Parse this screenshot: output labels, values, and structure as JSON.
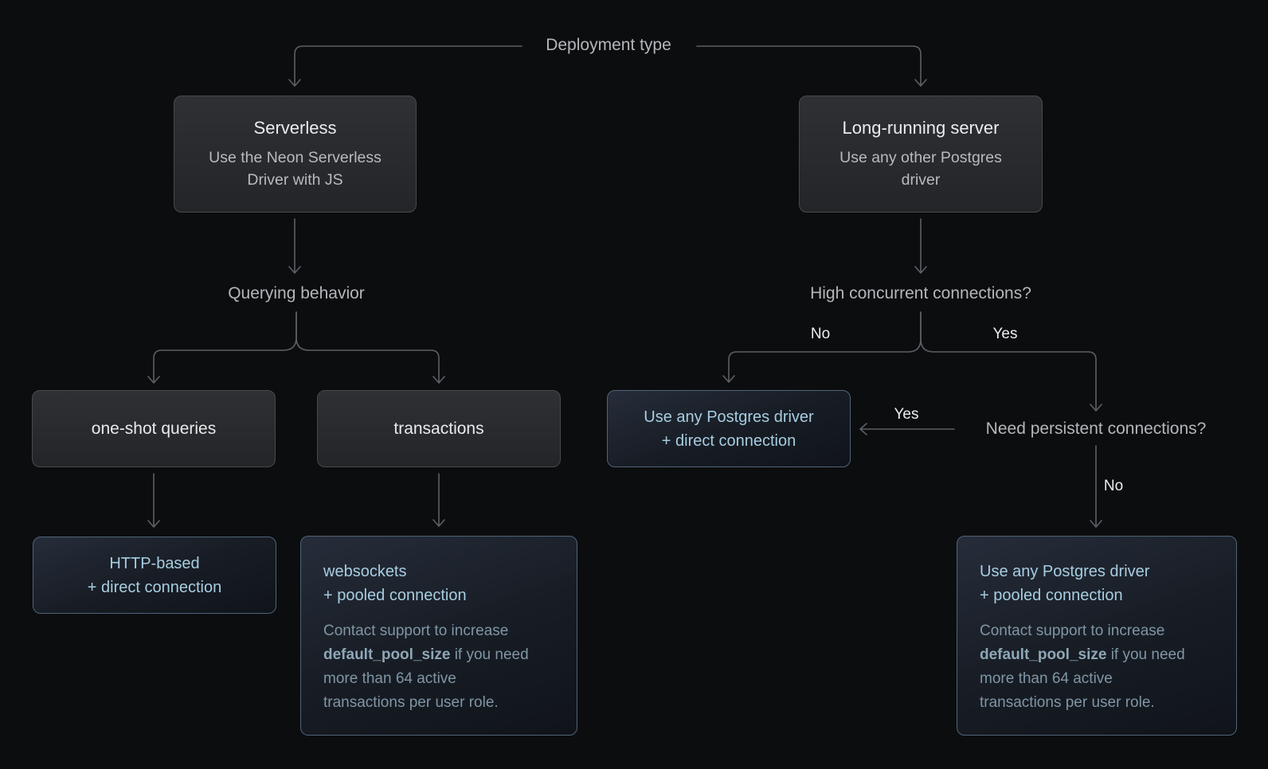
{
  "labels": {
    "deployment_type": "Deployment type",
    "querying_behavior": "Querying behavior",
    "high_concurrent": "High concurrent connections?",
    "need_persistent": "Need persistent connections?"
  },
  "edge_labels": {
    "high_concurrent_no": "No",
    "high_concurrent_yes": "Yes",
    "persistent_yes": "Yes",
    "persistent_no": "No"
  },
  "nodes": {
    "serverless": {
      "title": "Serverless",
      "subtitle": "Use the Neon Serverless Driver with JS"
    },
    "long_running_server": {
      "title": "Long-running server",
      "subtitle": "Use any other Postgres driver"
    },
    "one_shot_queries": {
      "title": "one-shot queries"
    },
    "transactions": {
      "title": "transactions"
    },
    "any_driver_direct": {
      "line1": "Use any Postgres driver",
      "line2": "+ direct connection"
    },
    "http_direct": {
      "line1": "HTTP-based",
      "line2": "+ direct connection"
    },
    "websockets_pooled": {
      "line1": "websockets",
      "line2": "+ pooled connection",
      "note_pre": "Contact support to increase ",
      "note_bold": "default_pool_size",
      "note_post": " if you need more than 64 active transactions per user role."
    },
    "any_driver_pooled": {
      "line1": "Use any Postgres driver",
      "line2": "+ pooled connection",
      "note_pre": "Contact support to increase ",
      "note_bold": "default_pool_size",
      "note_post": " if you need more than 64 active transactions per user role."
    }
  },
  "colors": {
    "background": "#0c0d0f",
    "connector": "#5c6066",
    "decision_box_border": "#47494e",
    "result_box_border": "#4f6477",
    "result_title_text": "#a7cde1",
    "note_text": "#7f96a5",
    "label_text": "#b4b6bb",
    "title_text": "#ebecee"
  }
}
